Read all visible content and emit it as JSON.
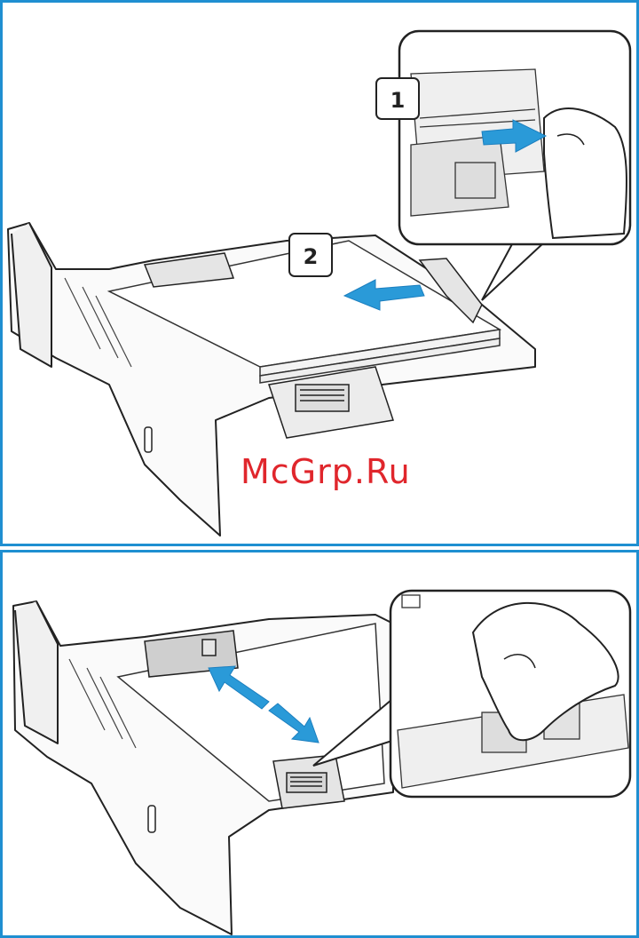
{
  "steps": {
    "step1": "1",
    "step2": "2"
  },
  "watermark": "McGrp.Ru",
  "colors": {
    "frame": "#1f8fd1",
    "arrow": "#2a9ad8",
    "watermark": "#e0262c",
    "line": "#222222"
  },
  "icons": {
    "push_arrow": "arrow-icon",
    "slide_arrow": "double-arrow-icon",
    "hand": "hand-icon"
  }
}
